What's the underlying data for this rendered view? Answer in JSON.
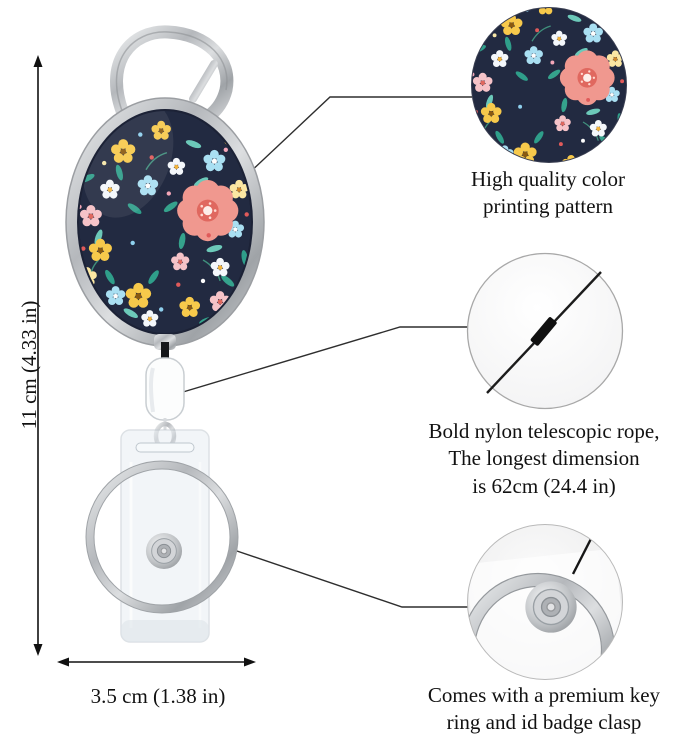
{
  "page": {
    "background": "#ffffff"
  },
  "product": {
    "name": "retractable badge reel with floral print, key ring and id badge clasp",
    "colors": {
      "pattern_background": "#222a41",
      "flower_coral": "#f0988f",
      "flower_yellow": "#f7c94b",
      "flower_blue": "#a9dff2",
      "leaf_teal": "#2f9e8a",
      "metal_silver": "#c7c9cc",
      "line": "#2e2e2e"
    }
  },
  "dimensions": {
    "height": "11 cm (4.33 in)",
    "width": "3.5 cm (1.38 in)"
  },
  "callouts": {
    "pattern": {
      "text": "High quality color\nprinting pattern"
    },
    "rope": {
      "text": "Bold nylon telescopic rope,\nThe longest dimension\nis 62cm (24.4 in)"
    },
    "clasp": {
      "text": "Comes with a premium key\nring and id badge clasp"
    }
  }
}
